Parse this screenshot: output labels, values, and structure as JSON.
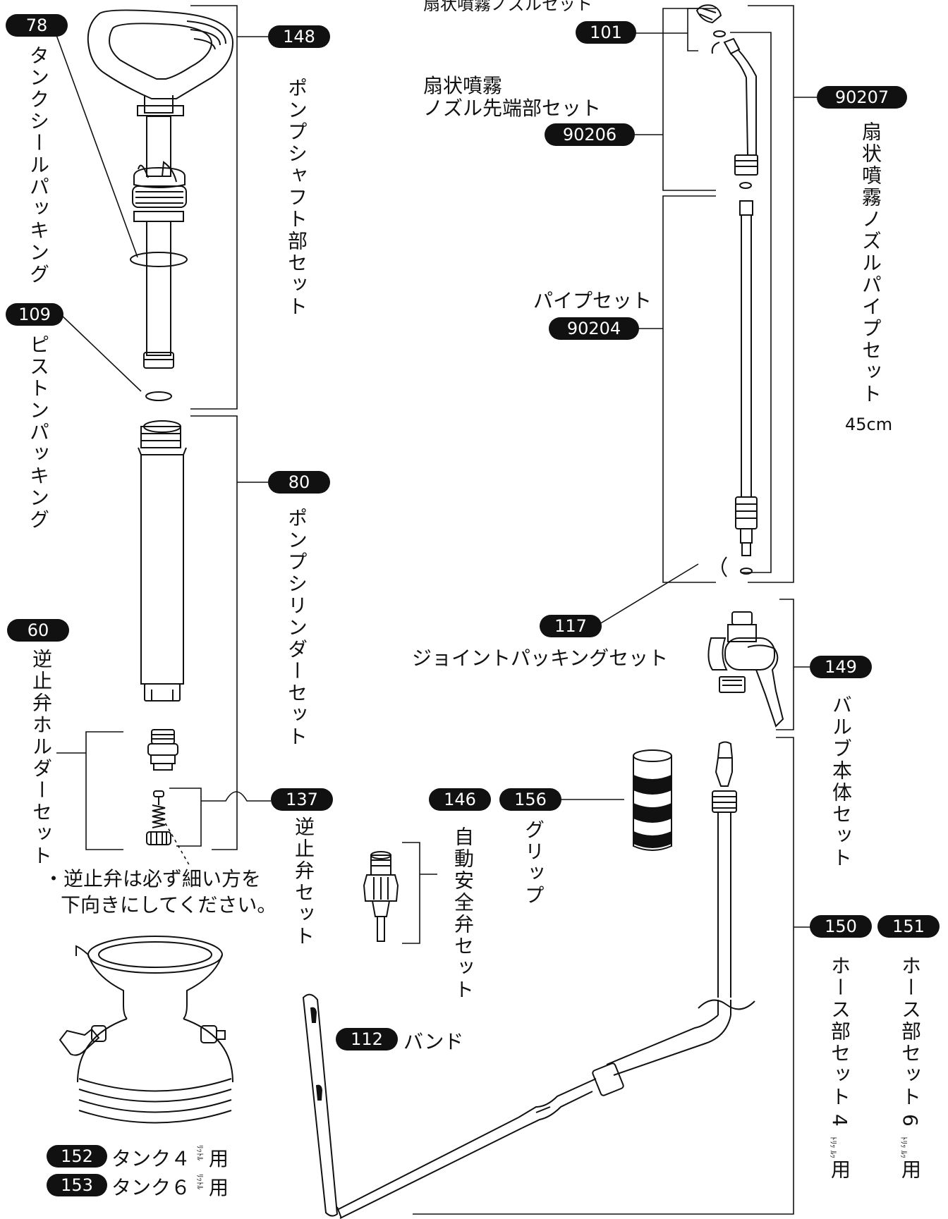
{
  "badges": {
    "b78": "78",
    "b109": "109",
    "b60": "60",
    "b148": "148",
    "b80": "80",
    "b137": "137",
    "b101": "101",
    "b90206": "90206",
    "b90207": "90207",
    "b90204": "90204",
    "b117": "117",
    "b149": "149",
    "b146": "146",
    "b156": "156",
    "b150": "150",
    "b151": "151",
    "b112": "112",
    "b152": "152",
    "b153": "153"
  },
  "labels": {
    "tank_seal_packing": "タンクシールパッキング",
    "piston_packing": "ピストンパッキング",
    "check_valve_holder_set": "逆止弁ホルダーセット",
    "pump_shaft_set": "ポンプシャフト部セット",
    "pump_cylinder_set": "ポンプシリンダーセット",
    "check_valve_set": "逆止弁セット",
    "note_line1": "・逆止弁は必ず細い方を",
    "note_line2": "下向きにしてください。",
    "fan_nozzle_set_top": "扇状噴霧ノズルセット",
    "fan_nozzle_tip_line1": "扇状噴霧",
    "fan_nozzle_tip_line2": "ノズル先端部セット",
    "fan_nozzle_pipe_set": "扇状噴霧ノズルパイプセット",
    "pipe_length": "45cm",
    "pipe_set": "パイプセット",
    "joint_packing_set": "ジョイントパッキングセット",
    "valve_body_set": "バルブ本体セット",
    "auto_safety_valve_set": "自動安全弁セット",
    "grip": "グリップ",
    "hose_set": "ホース部セット",
    "hose_4": "4",
    "hose_6": "6",
    "liter_small": "ﾄﾘｯ ﾙｯ",
    "use": "用",
    "band": "バンド",
    "tank4": "タンク４",
    "tank6": "タンク６",
    "liter_small_tank": "ﾘｯﾄﾙ",
    "tank_use": "用"
  }
}
